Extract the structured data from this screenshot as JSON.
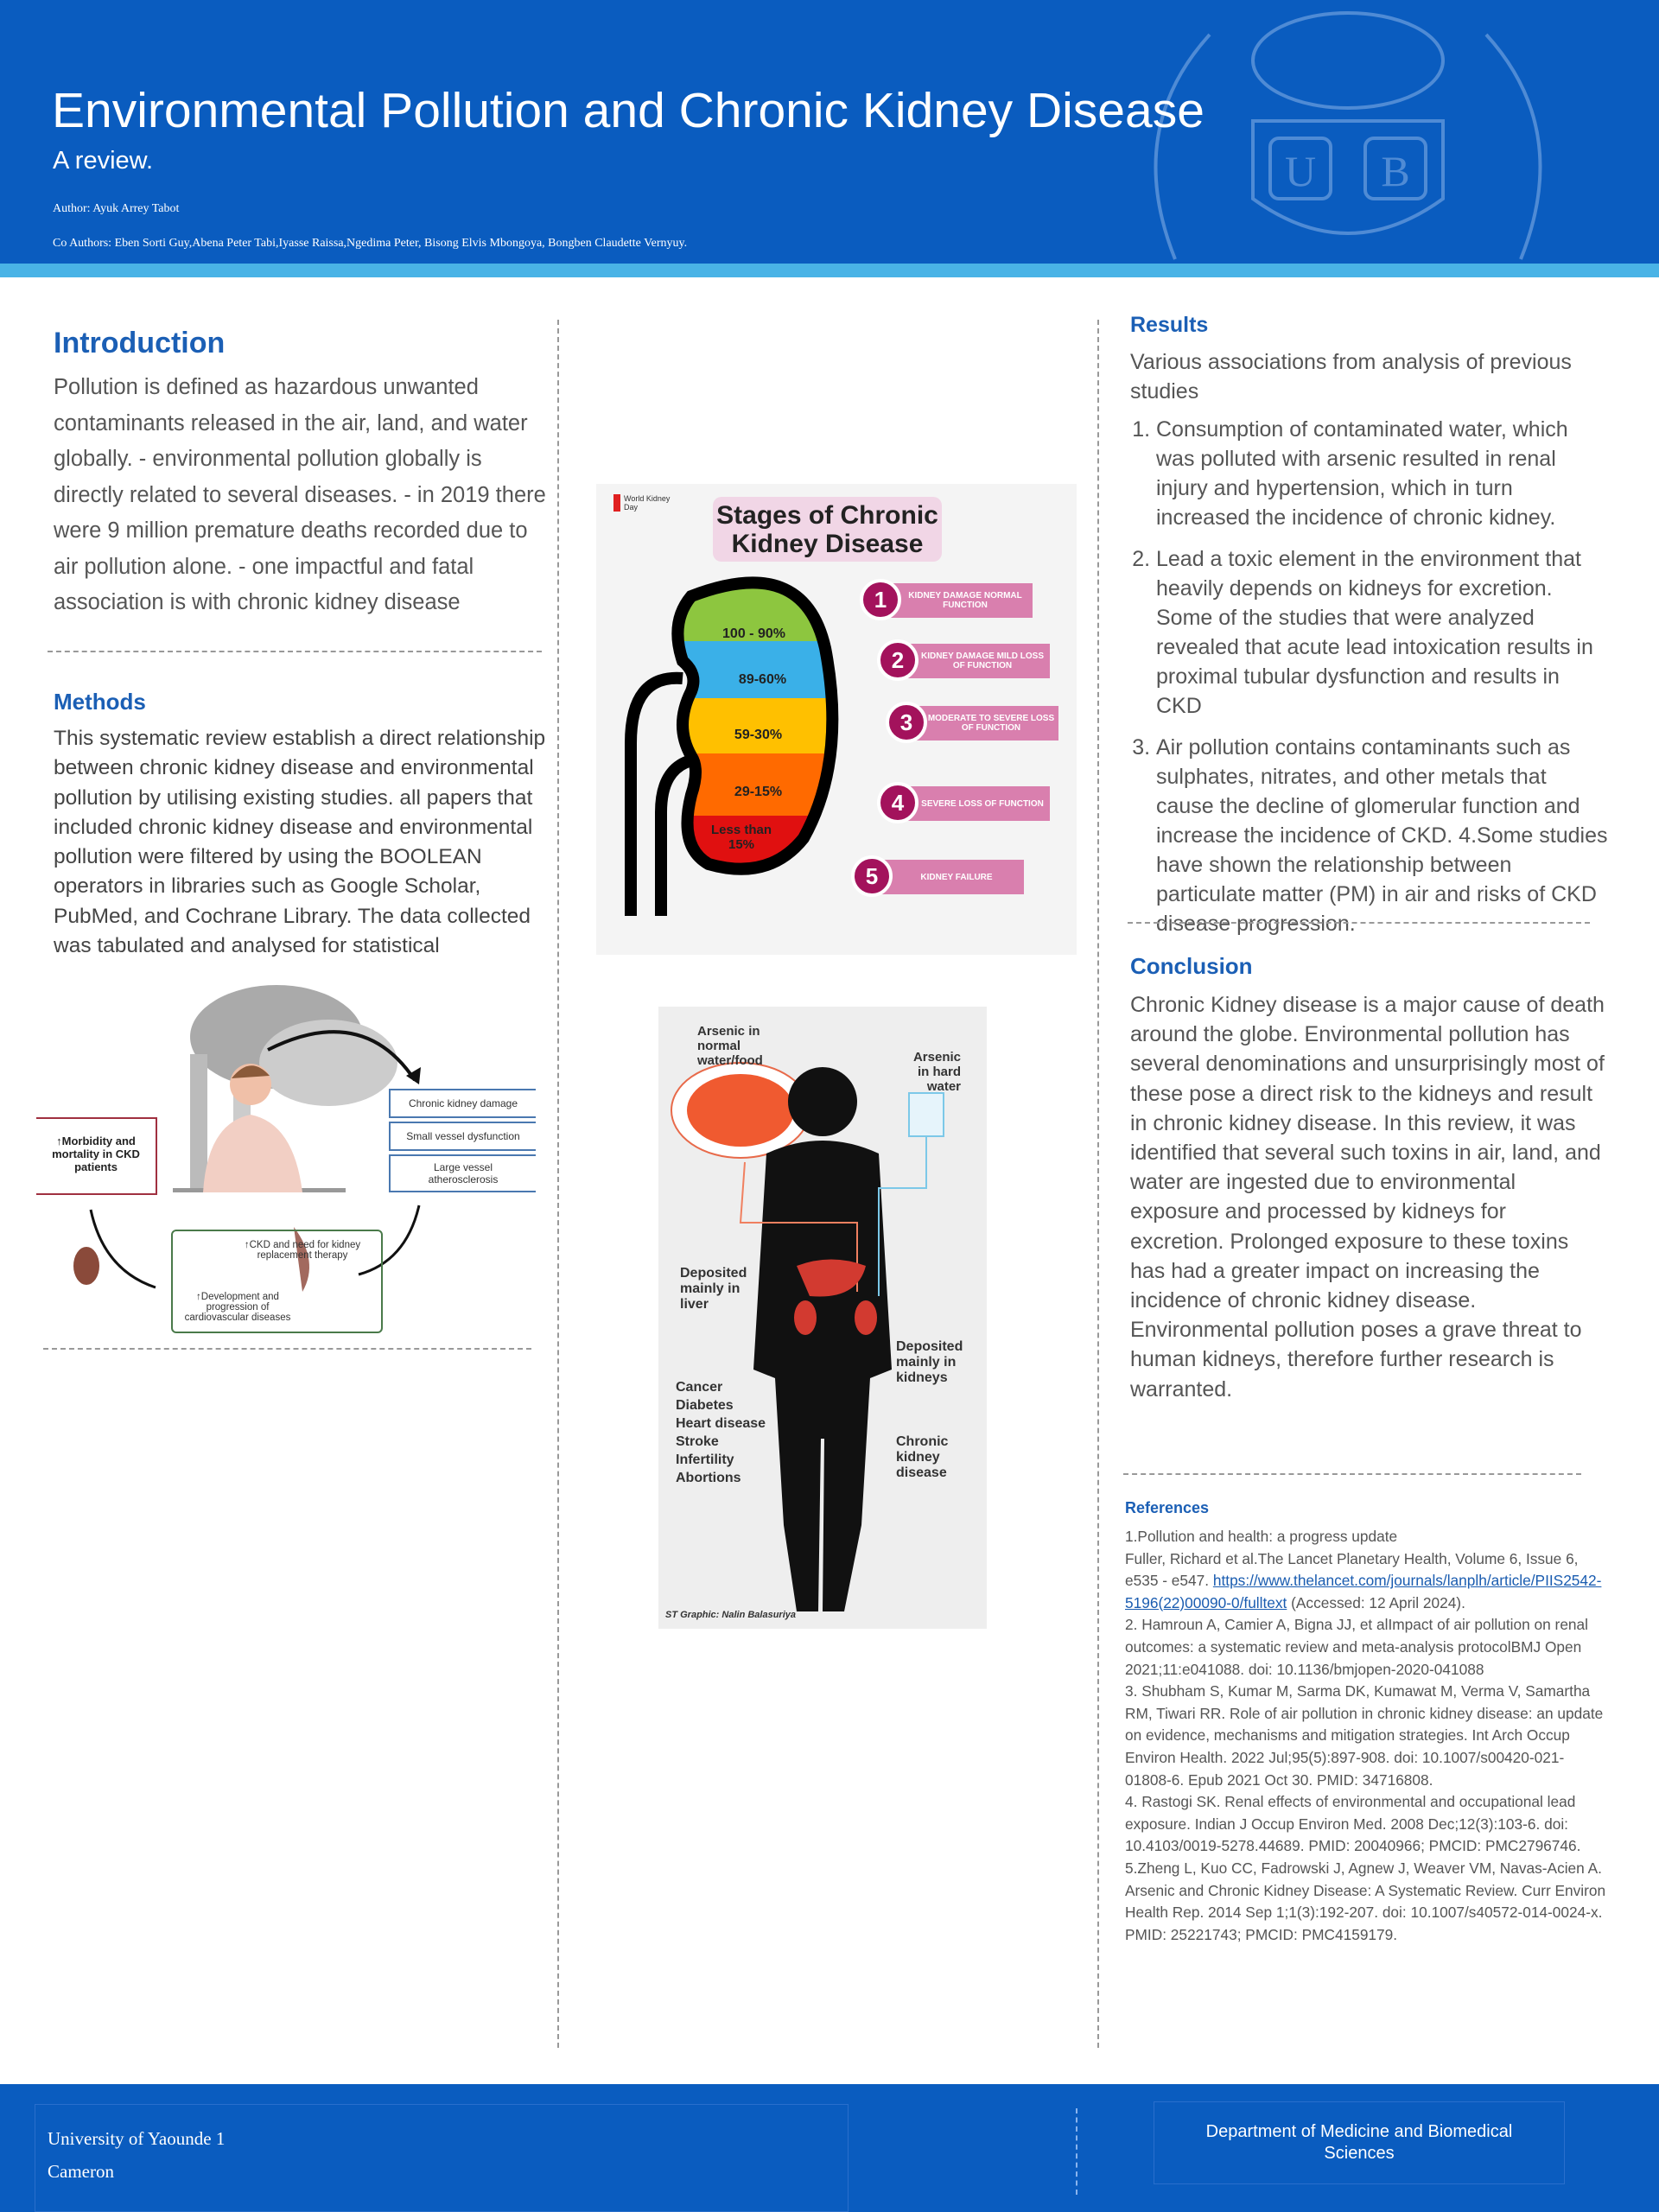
{
  "header": {
    "title": "Environmental Pollution and Chronic Kidney Disease",
    "subtitle": "A review.",
    "author": "Author: Ayuk Arrey Tabot",
    "coauthors": "Co Authors: Eben Sorti Guy,Abena Peter Tabi,Iyasse Raissa,Ngedima Peter, Bisong Elvis Mbongoya, Bongben Claudette Vernyuy.",
    "crest_letters": [
      "U",
      "B"
    ]
  },
  "introduction": {
    "heading": "Introduction",
    "text": "Pollution is defined as hazardous unwanted contaminants released in the air, land, and water globally. - environmental pollution globally is directly related to several diseases. - in 2019 there were 9 million premature deaths recorded due to air pollution alone. - one impactful and fatal association is with chronic kidney disease"
  },
  "methods": {
    "heading": "Methods",
    "text": "This systematic review establish a direct relationship between chronic kidney disease and environmental pollution by utilising existing studies. all papers that included chronic kidney disease and environmental pollution were filtered by using the BOOLEAN operators in libraries such as Google Scholar, PubMed, and Cochrane Library. The data collected was tabulated and analysed for statistical"
  },
  "cycle_figure": {
    "effects": [
      "Chronic kidney damage",
      "Small vessel dysfunction",
      "Large vessel atherosclerosis"
    ],
    "morbidity": "↑Morbidity and mortality in CKD patients",
    "ckd": "↑CKD and need for kidney replacement therapy",
    "cvd": "↑Development and progression of cardiovascular diseases"
  },
  "stages_figure": {
    "title_line1": "Stages of Chronic",
    "title_line2": "Kidney Disease",
    "logo": "World Kidney Day",
    "stages": [
      {
        "num": "1",
        "range": "100 - 90%",
        "label": "KIDNEY DAMAGE NORMAL FUNCTION",
        "color": "#8dc63f"
      },
      {
        "num": "2",
        "range": "89-60%",
        "label": "KIDNEY DAMAGE MILD LOSS OF FUNCTION",
        "color": "#3ab0e8"
      },
      {
        "num": "3",
        "range": "59-30%",
        "label": "MODERATE TO SEVERE LOSS OF FUNCTION",
        "color": "#ffc000"
      },
      {
        "num": "4",
        "range": "29-15%",
        "label": "SEVERE LOSS OF FUNCTION",
        "color": "#ff6a00"
      },
      {
        "num": "5",
        "range": "Less than 15%",
        "label": "KIDNEY FAILURE",
        "color": "#e01010"
      }
    ]
  },
  "arsenic_figure": {
    "food": "Arsenic in normal water/food",
    "water": "Arsenic in hard water",
    "liver": "Deposited mainly in liver",
    "diseases": [
      "Cancer",
      "Diabetes",
      "Heart disease",
      "Stroke",
      "Infertility",
      "Abortions"
    ],
    "kidneys": "Deposited mainly in kidneys",
    "ckd": "Chronic kidney disease",
    "credit": "ST Graphic: Nalin Balasuriya"
  },
  "results": {
    "heading": "Results",
    "intro": "Various associations from analysis of previous studies",
    "items": [
      "Consumption of contaminated water, which was polluted with arsenic resulted in renal injury and hypertension, which in turn increased the incidence of chronic kidney.",
      "Lead a toxic element in the environment that heavily depends on kidneys for excretion. Some of the studies that were analyzed revealed that acute lead intoxication results in proximal tubular dysfunction and results in CKD",
      " Air pollution contains contaminants such as sulphates, nitrates, and other metals that cause the decline of glomerular function and increase the incidence of CKD. 4.Some studies have shown the relationship between particulate matter (PM) in air and risks of CKD disease progression."
    ]
  },
  "conclusion": {
    "heading": "Conclusion",
    "text": "Chronic Kidney disease is a major cause of death around the globe. Environmental pollution has several denominations and unsurprisingly most of these pose a direct risk to the kidneys and result in chronic kidney disease. In this review, it was identified that several such toxins in air, land, and water are ingested due to environmental exposure and processed by kidneys for excretion. Prolonged exposure to these toxins has had a greater impact on increasing the incidence of chronic kidney disease. Environmental pollution poses a grave threat to human kidneys, therefore further research is warranted."
  },
  "references": {
    "heading": "References",
    "r1a": "1.Pollution and health: a progress update",
    "r1b": "Fuller, Richard et al.The Lancet Planetary Health, Volume 6, Issue 6, e535 - e547. ",
    "r1link": "https://www.thelancet.com/journals/lanplh/article/PIIS2542-5196(22)00090-0/fulltext",
    "r1c": " (Accessed: 12 April 2024).",
    "r2": "2. Hamroun A, Camier A, Bigna JJ, et alImpact of air pollution on renal outcomes: a systematic review and meta-analysis protocolBMJ Open 2021;11:e041088. doi: 10.1136/bmjopen-2020-041088",
    "r3": "3. Shubham S, Kumar M, Sarma DK, Kumawat M, Verma V, Samartha RM, Tiwari RR. Role of air pollution in chronic kidney disease: an update on evidence, mechanisms and mitigation strategies. Int Arch Occup Environ Health. 2022 Jul;95(5):897-908. doi: 10.1007/s00420-021-01808-6. Epub 2021 Oct 30. PMID: 34716808.",
    "r4": "4. Rastogi SK. Renal effects of environmental and occupational lead exposure. Indian J Occup Environ Med. 2008 Dec;12(3):103-6. doi: 10.4103/0019-5278.44689. PMID: 20040966; PMCID: PMC2796746.",
    "r5": "5.Zheng L, Kuo CC, Fadrowski J, Agnew J, Weaver VM, Navas-Acien A. Arsenic and Chronic Kidney Disease: A Systematic Review. Curr Environ Health Rep. 2014 Sep 1;1(3):192-207. doi: 10.1007/s40572-014-0024-x. PMID: 25221743; PMCID: PMC4159179."
  },
  "footer": {
    "university": "University of Yaounde 1",
    "country": "Cameron",
    "department": "Department of Medicine and Biomedical Sciences"
  }
}
